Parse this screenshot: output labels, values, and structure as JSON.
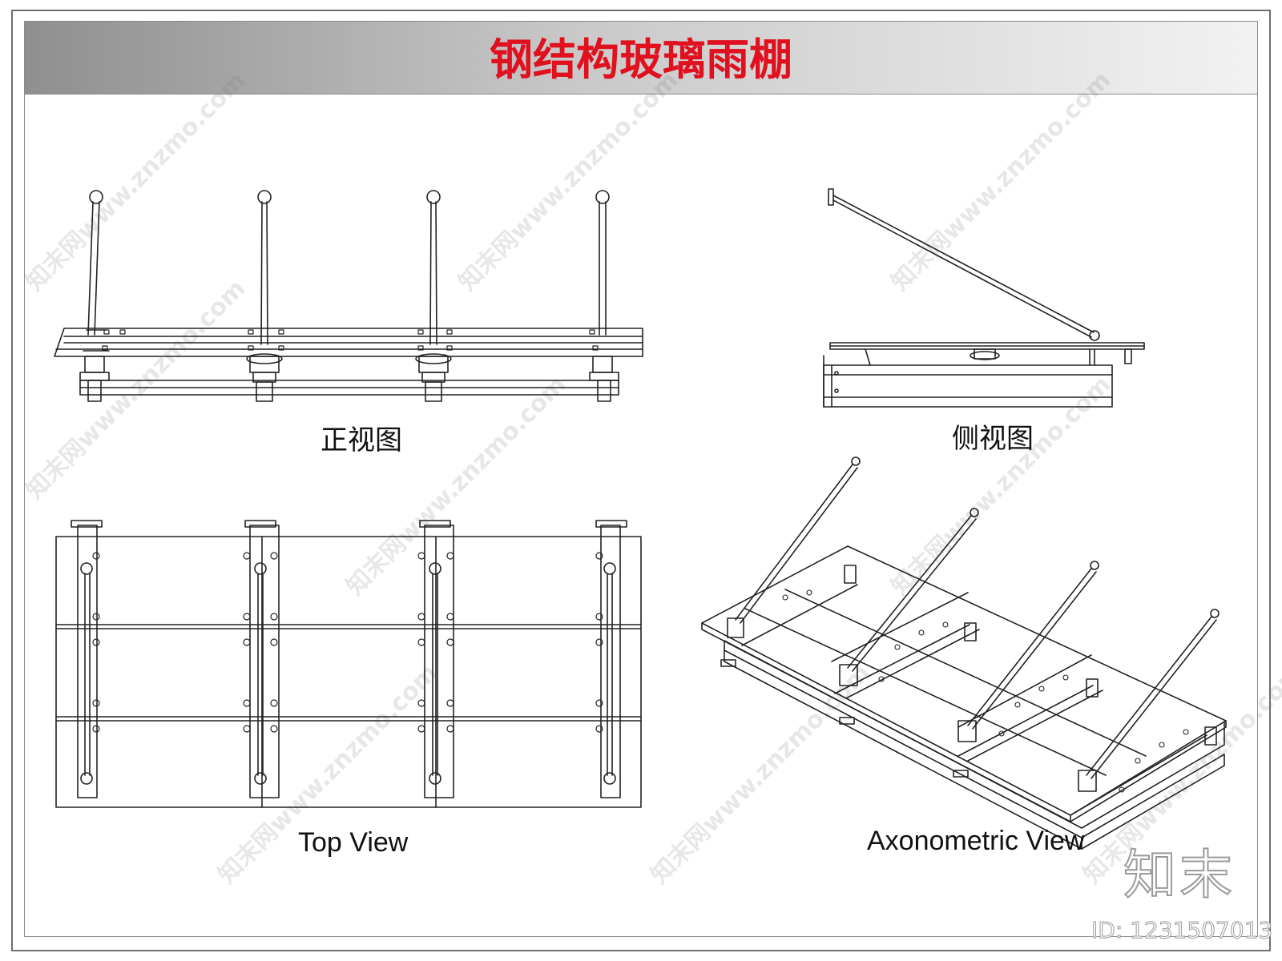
{
  "title": "钢结构玻璃雨棚",
  "views": {
    "front": "正视图",
    "side": "侧视图",
    "top": "Top View",
    "axonometric": "Axonometric View"
  },
  "watermark": {
    "text": "知末网www.znzmo.com",
    "color": "#b4b4b4"
  },
  "brand": {
    "logo_text": "知末",
    "id_text": "ID: 1231507013"
  },
  "colors": {
    "title": "#e0101e",
    "line": "#222222",
    "frame": "#6e6e6e"
  }
}
